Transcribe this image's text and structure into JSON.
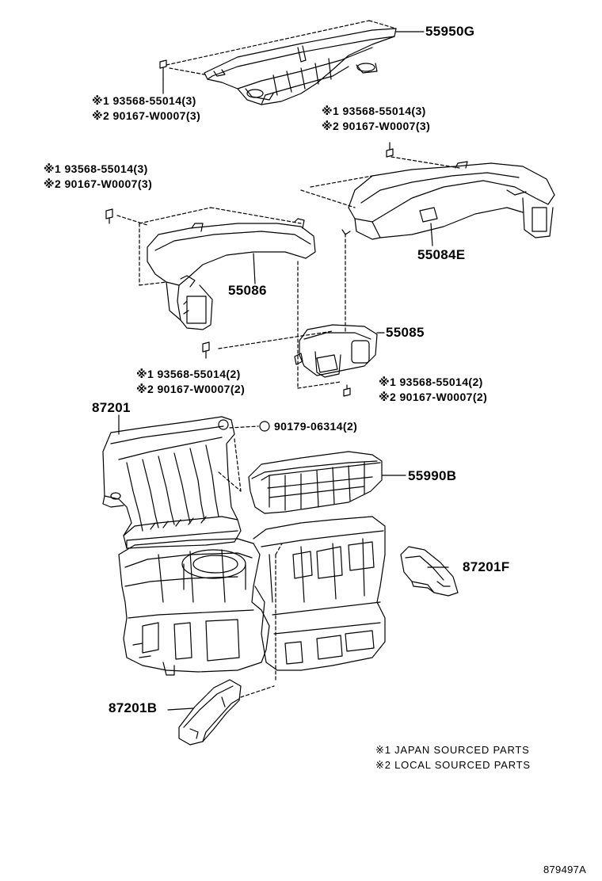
{
  "parts": [
    {
      "id": "p1",
      "number": "55950G"
    },
    {
      "id": "p2",
      "number": "55084E"
    },
    {
      "id": "p3",
      "number": "55086"
    },
    {
      "id": "p4",
      "number": "55085"
    },
    {
      "id": "p5",
      "number": "87201"
    },
    {
      "id": "p6",
      "number": "90179-06314(2)"
    },
    {
      "id": "p7",
      "number": "55990B"
    },
    {
      "id": "p8",
      "number": "87201F"
    },
    {
      "id": "p9",
      "number": "87201B"
    }
  ],
  "screw_callouts": [
    {
      "line1": "※1 93568-55014(3)",
      "line2": "※2 90167-W0007(3)"
    },
    {
      "line1": "※1 93568-55014(3)",
      "line2": "※2 90167-W0007(3)"
    },
    {
      "line1": "※1 93568-55014(3)",
      "line2": "※2 90167-W0007(3)"
    },
    {
      "line1": "※1 93568-55014(2)",
      "line2": "※2 90167-W0007(2)"
    },
    {
      "line1": "※1 93568-55014(2)",
      "line2": "※2 90167-W0007(2)"
    }
  ],
  "legend": [
    "※1 JAPAN SOURCED PARTS",
    "※2 LOCAL SOURCED PARTS"
  ],
  "diagram_code": "879497A"
}
